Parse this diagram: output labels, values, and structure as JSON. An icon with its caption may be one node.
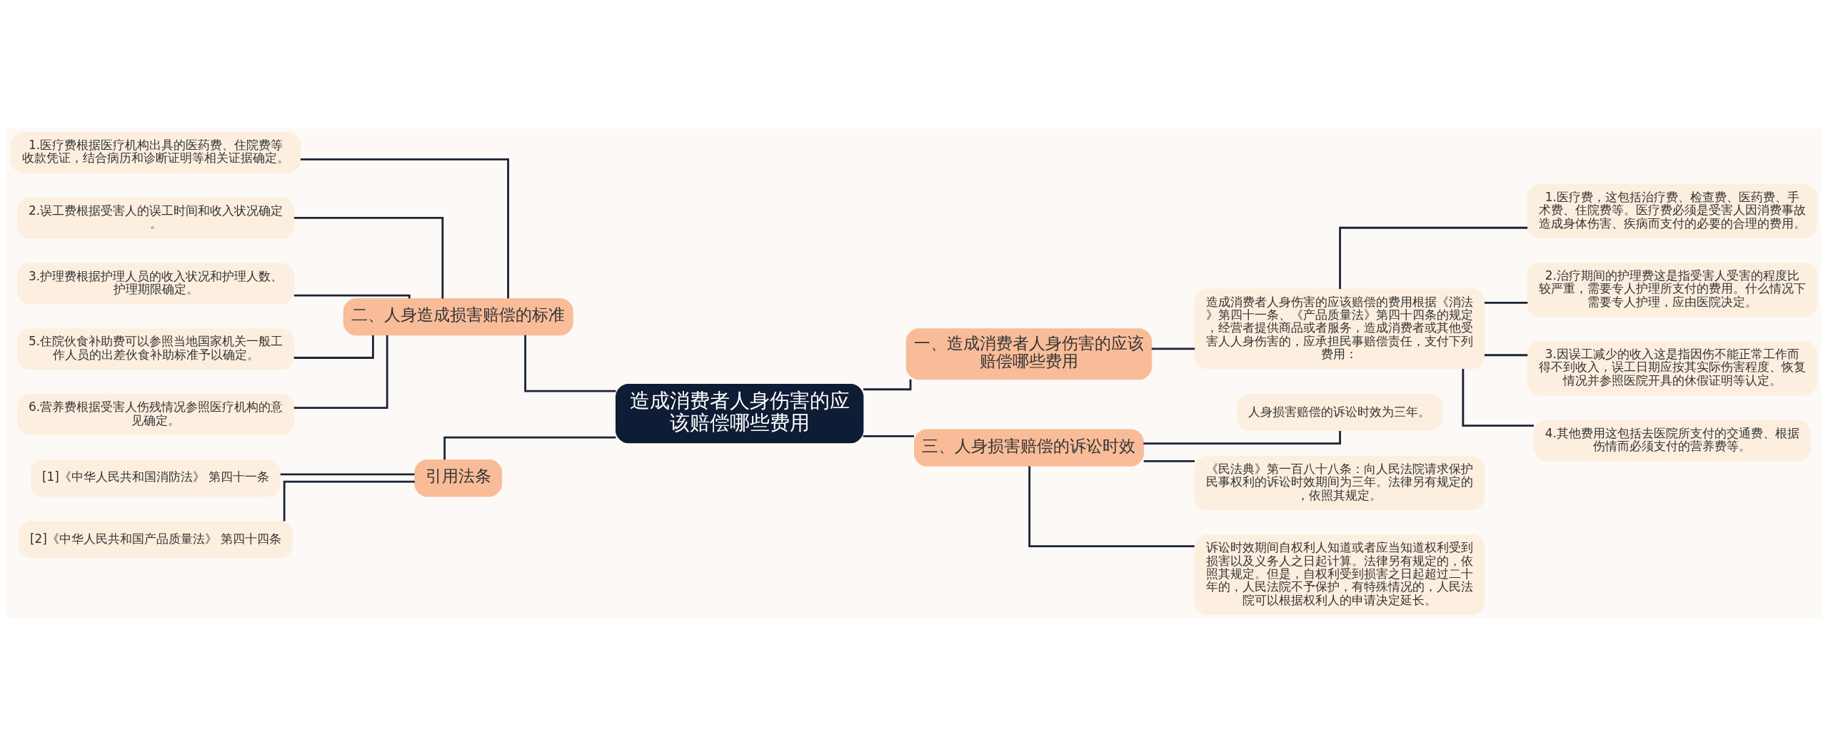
{
  "diagram": {
    "nodes": [
      {
        "text": [
          "造成消费者人身伤害的应该赔偿哪些费用"
        ]
      },
      {
        "text": [
          "一、造成消费者人身伤害的应该赔偿哪些费用"
        ]
      },
      {
        "text": [
          "造成消费者人身伤害的应该赔偿的费用根据《消法》第四十一条、《产品质量法》第四十四条的规定，经营者提供商品或者服务，造成消费者或其他受害人人身伤害的，应承担民事赔偿责任，支付下列费用："
        ]
      },
      {
        "text": [
          "1.医疗费，这包括治疗费、检查费、医药费、手术费、住院费等。医疗费必须是受害人因消费事故造成身体伤害、疾病而支付的必要的合理的费用。"
        ]
      },
      {
        "text": [
          "2.治疗期间的护理费这是指受害人受害的程度比较严重，需要专人护理所支付的费用。什么情况下需要专人护理，应由医院决定。"
        ]
      },
      {
        "text": [
          "3.因误工减少的收入这是指因伤不能正常工作而得不到收入，误工日期应按其实际伤害程度、恢复情况并参照医院开具的休假证明等认定。"
        ]
      },
      {
        "text": [
          "4.其他费用这包括去医院所支付的交通费、根据伤情而必须支付的营养费等。"
        ]
      },
      {
        "text": [
          "三、人身损害赔偿的诉讼时效"
        ]
      },
      {
        "text": [
          "人身损害赔偿的诉讼时效为三年。"
        ]
      },
      {
        "text": [
          "《民法典》第一百八十八条：向人民法院请求保护民事权利的诉讼时效期间为三年。法律另有规定的，依照其规定。"
        ]
      },
      {
        "text": [
          "诉讼时效期间自权利人知道或者应当知道权利受到损害以及义务人之日起计算。法律另有规定的，依照其规定。但是，自权利受到损害之日起超过二十年的，人民法院不予保护，有特殊情况的，人民法院可以根据权利人的申请决定延长。"
        ]
      },
      {
        "text": [
          "二、人身造成损害赔偿的标准"
        ]
      },
      {
        "text": [
          "1.医疗费根据医疗机构出具的医药费、住院费等收款凭证，结合病历和诊断证明等相关证据确定。"
        ]
      },
      {
        "text": [
          "2.误工费根据受害人的误工时间和收入状况确定。"
        ]
      },
      {
        "text": [
          "3.护理费根据护理人员的收入状况和护理人数、护理期限确定。"
        ]
      },
      {
        "text": [
          "5.住院伙食补助费可以参照当地国家机关一般工作人员的出差伙食补助标准予以确定。"
        ]
      },
      {
        "text": [
          "6.营养费根据受害人伤残情况参照医疗机构的意见确定。"
        ]
      },
      {
        "text": [
          "引用法条"
        ]
      },
      {
        "text": [
          "[1]《中华人民共和国消防法》 第四十一条"
        ]
      },
      {
        "text": [
          "[2]《中华人民共和国产品质量法》 第四十四条"
        ]
      }
    ],
    "edges": [
      {
        "from": 0,
        "to": 1,
        "arrow": "none"
      },
      {
        "from": 1,
        "to": 2,
        "arrow": "none"
      },
      {
        "from": 2,
        "to": 3,
        "arrow": "none"
      },
      {
        "from": 2,
        "to": 4,
        "arrow": "none"
      },
      {
        "from": 2,
        "to": 5,
        "arrow": "none"
      },
      {
        "from": 2,
        "to": 6,
        "arrow": "none"
      },
      {
        "from": 0,
        "to": 7,
        "arrow": "none"
      },
      {
        "from": 7,
        "to": 8,
        "arrow": "none"
      },
      {
        "from": 7,
        "to": 9,
        "arrow": "none"
      },
      {
        "from": 7,
        "to": 10,
        "arrow": "none"
      },
      {
        "from": 0,
        "to": 11,
        "arrow": "none"
      },
      {
        "from": 11,
        "to": 12,
        "arrow": "none"
      },
      {
        "from": 11,
        "to": 13,
        "arrow": "none"
      },
      {
        "from": 11,
        "to": 14,
        "arrow": "none"
      },
      {
        "from": 11,
        "to": 15,
        "arrow": "none"
      },
      {
        "from": 11,
        "to": 16,
        "arrow": "none"
      },
      {
        "from": 0,
        "to": 17,
        "arrow": "none"
      },
      {
        "from": 17,
        "to": 18,
        "arrow": "none"
      },
      {
        "from": 17,
        "to": 19,
        "arrow": "none"
      }
    ]
  }
}
